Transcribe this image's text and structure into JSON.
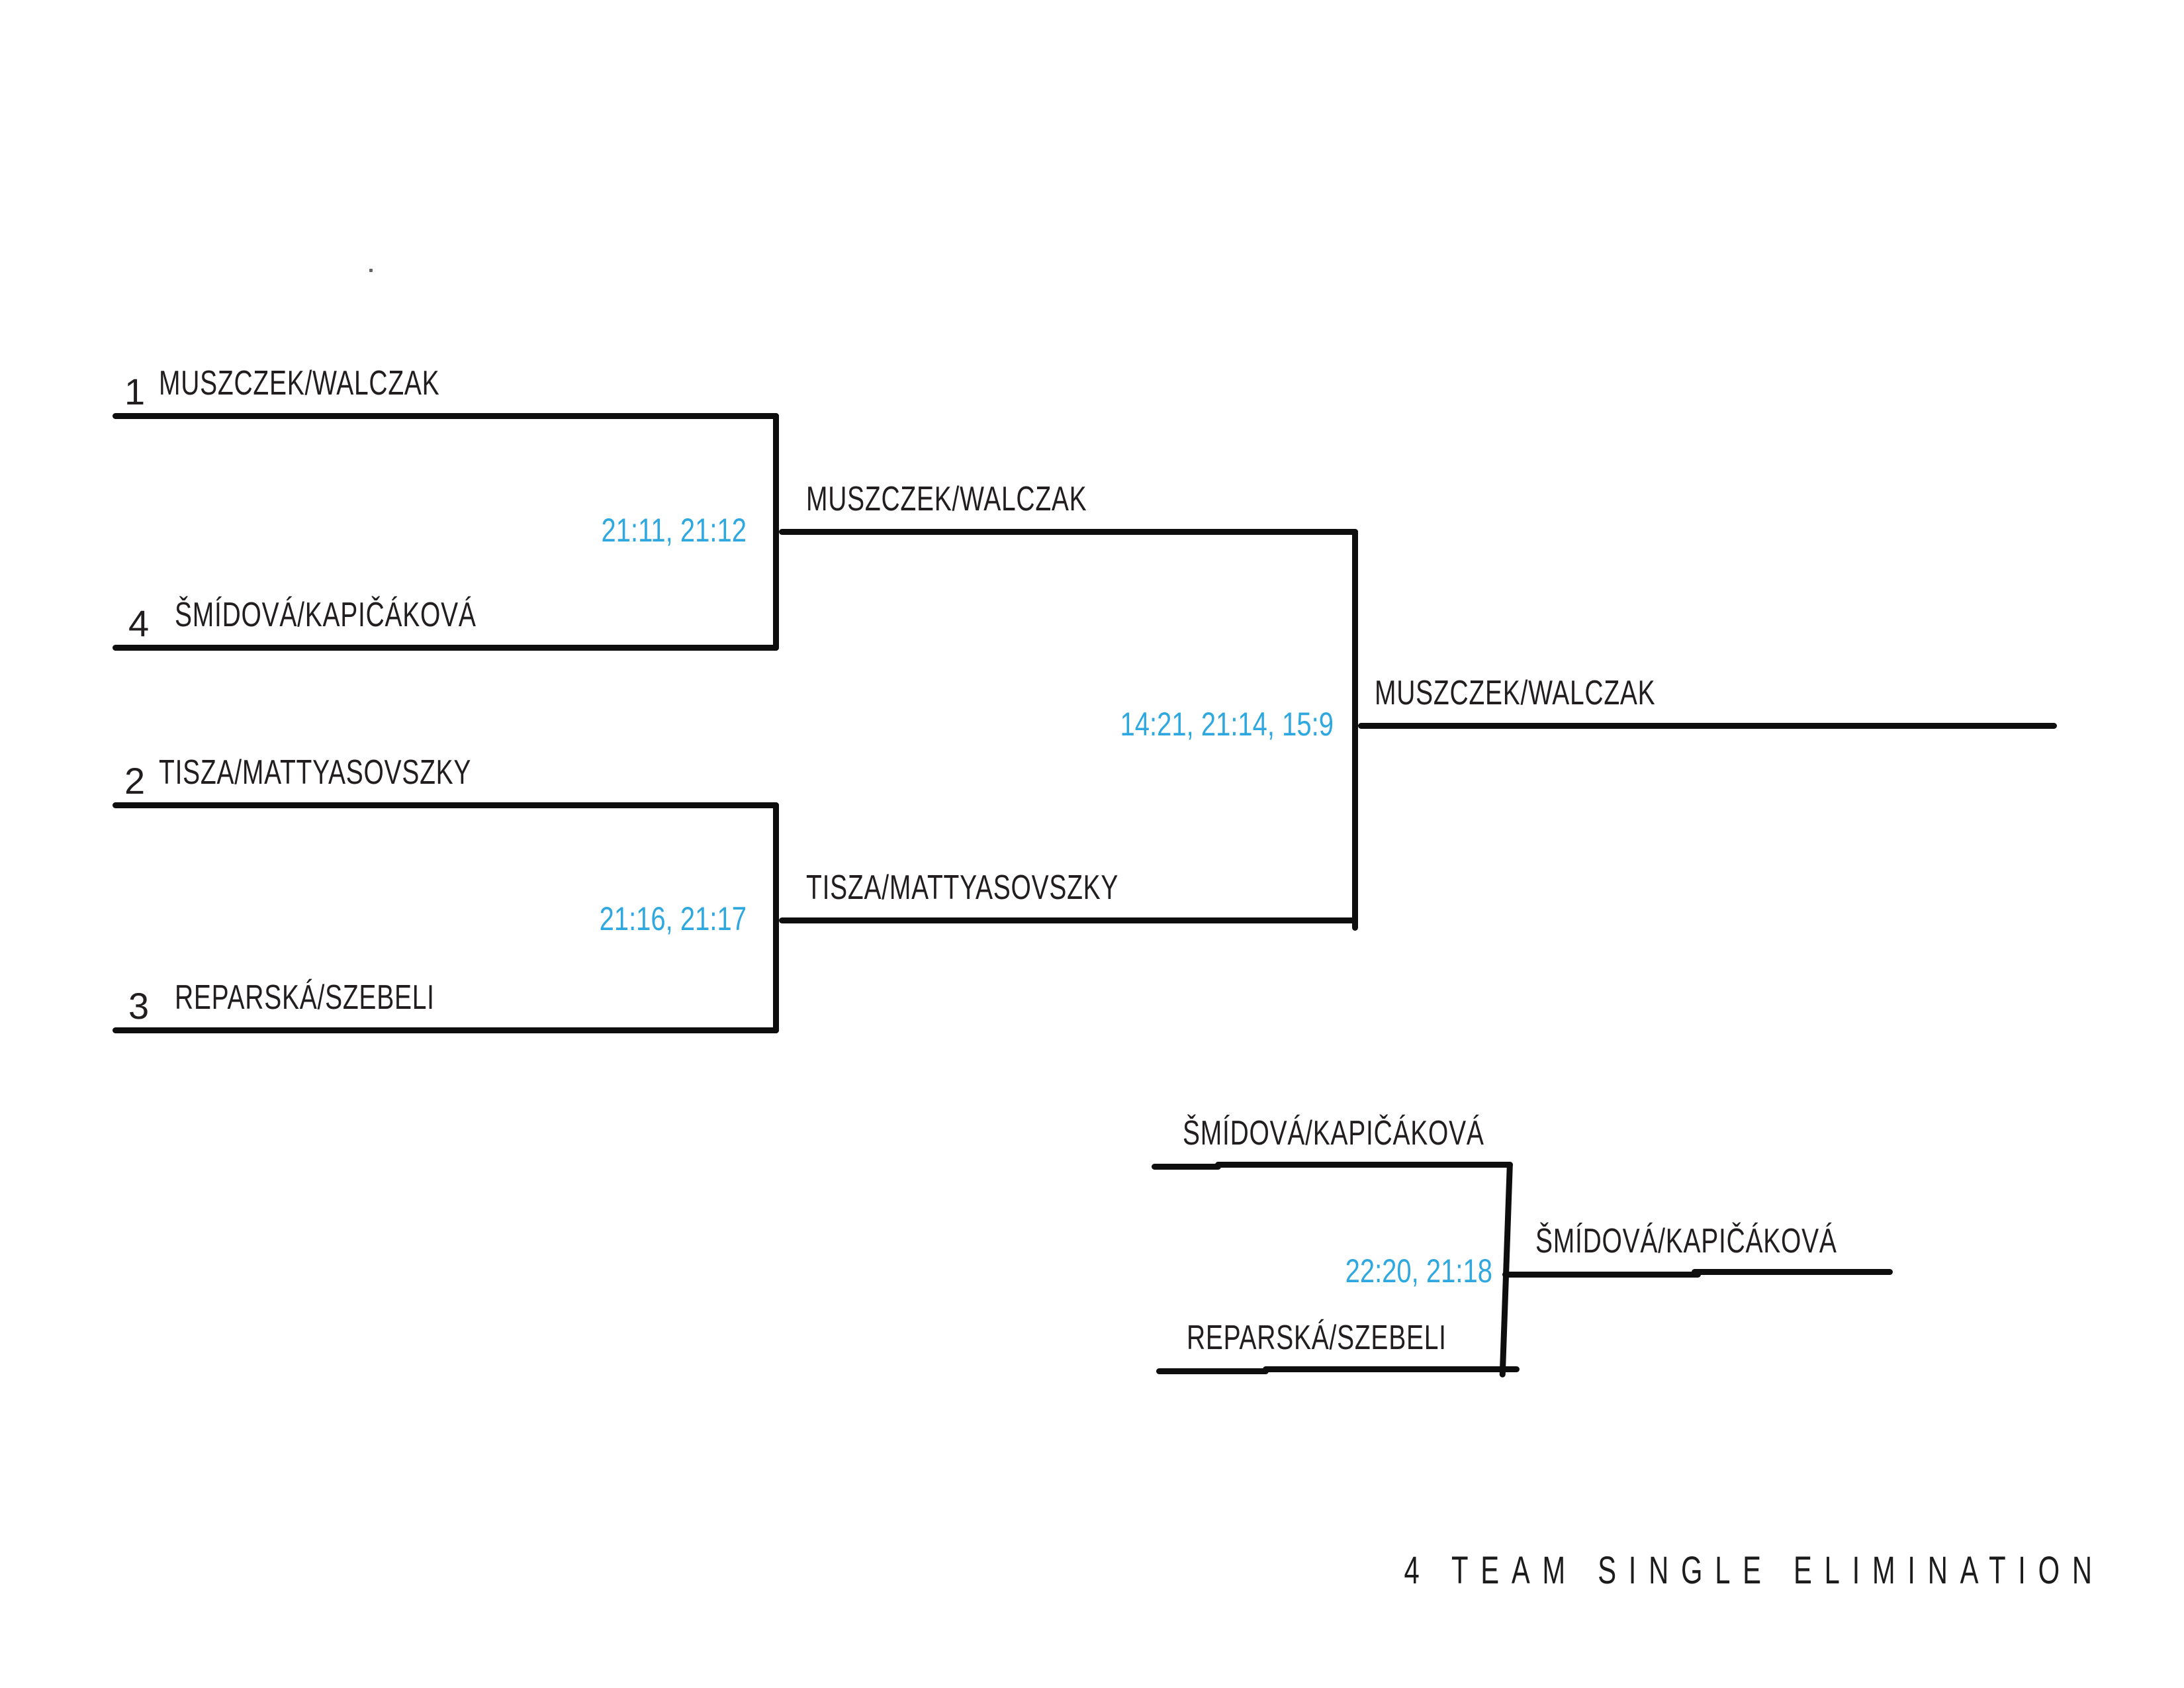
{
  "accent_color": "#2FA8DF",
  "title": "4 TEAM SINGLE ELIMINATION",
  "bracket": {
    "semifinals": [
      {
        "top_seed": "1",
        "top_team": "MUSZCZEK/WALCZAK",
        "bottom_seed": "4",
        "bottom_team": "ŠMÍDOVÁ/KAPIČÁKOVÁ",
        "score": "21:11, 21:12",
        "winner": "MUSZCZEK/WALCZAK"
      },
      {
        "top_seed": "2",
        "top_team": "TISZA/MATTYASOVSZKY",
        "bottom_seed": "3",
        "bottom_team": "REPARSKÁ/SZEBELI",
        "score": "21:16, 21:17",
        "winner": "TISZA/MATTYASOVSZKY"
      }
    ],
    "final": {
      "score": "14:21, 21:14, 15:9",
      "winner": "MUSZCZEK/WALCZAK"
    },
    "third_place": {
      "top_team": "ŠMÍDOVÁ/KAPIČÁKOVÁ",
      "bottom_team": "REPARSKÁ/SZEBELI",
      "score": "22:20, 21:18",
      "winner": "ŠMÍDOVÁ/KAPIČÁKOVÁ"
    }
  }
}
